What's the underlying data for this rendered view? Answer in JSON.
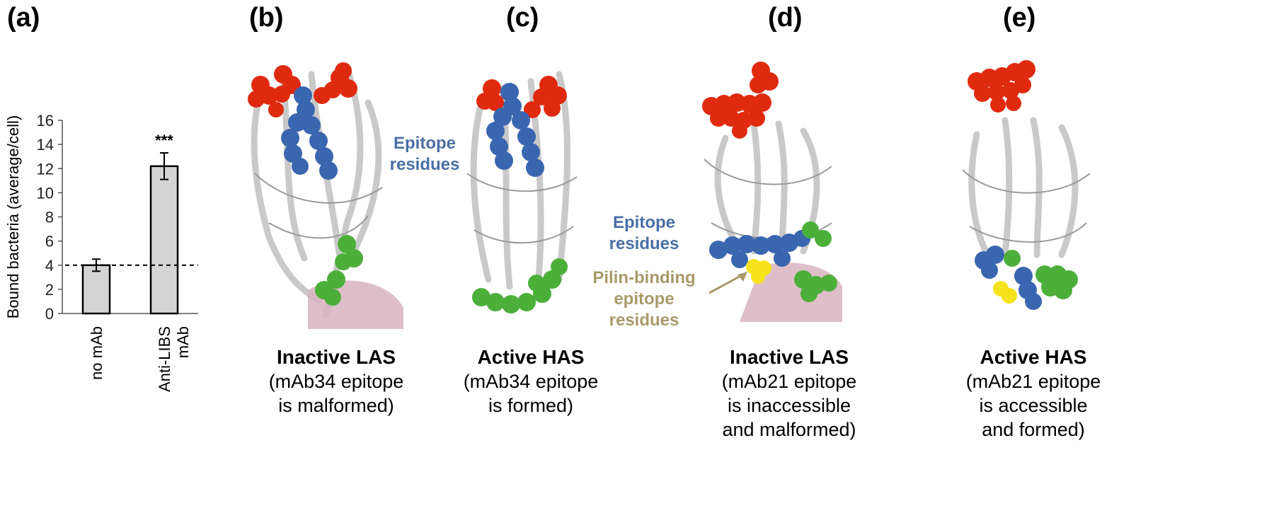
{
  "panels": [
    {
      "label": "(a)"
    },
    {
      "label": "(b)",
      "caption_title": "Inactive LAS",
      "caption_lines": [
        "(mAb34 epitope",
        "is malformed)"
      ]
    },
    {
      "label": "(c)",
      "caption_title": "Active HAS",
      "caption_lines": [
        "(mAb34 epitope",
        "is formed)"
      ]
    },
    {
      "label": "(d)",
      "caption_title": "Inactive LAS",
      "caption_lines": [
        "(mAb21 epitope",
        "is inaccessible",
        "and malformed)"
      ]
    },
    {
      "label": "(e)",
      "caption_title": "Active HAS",
      "caption_lines": [
        "(mAb21 epitope",
        "is accessible",
        "and formed)"
      ]
    }
  ],
  "annotations": {
    "epitope_c": [
      "Epitope",
      "residues"
    ],
    "epitope_d": [
      "Epitope",
      "residues"
    ],
    "pilin_d": [
      "Pilin-binding",
      "epitope",
      "residues"
    ]
  },
  "colors": {
    "epitope_blue": "#3a66b0",
    "epitope_text": "#4a6fa5",
    "pilin_text": "#a89a6a",
    "red_residues": "#e02a10",
    "green_residues": "#4caf3a",
    "yellow_residues": "#f5e21a",
    "ribbon_grey": "#c9c9c9",
    "pink_partner": "#d8b4c0"
  },
  "chart_data": {
    "type": "bar",
    "categories": [
      "no mAb",
      "Anti-LIBS mAb"
    ],
    "values": [
      4.0,
      12.2
    ],
    "errors": [
      0.5,
      1.1
    ],
    "ylabel": "Bound bacteria (average/cell)",
    "xlabel": "",
    "ylim": [
      0,
      16
    ],
    "yticks": [
      "0",
      "2",
      "4",
      "6",
      "8",
      "10",
      "12",
      "14",
      "16"
    ],
    "significance": [
      {
        "category": "Anti-LIBS mAb",
        "label": "***"
      }
    ],
    "reference_line": {
      "y": 4.0,
      "style": "dashed"
    },
    "bar_color": "#d4d4d4",
    "grid": false,
    "legend": "none"
  }
}
